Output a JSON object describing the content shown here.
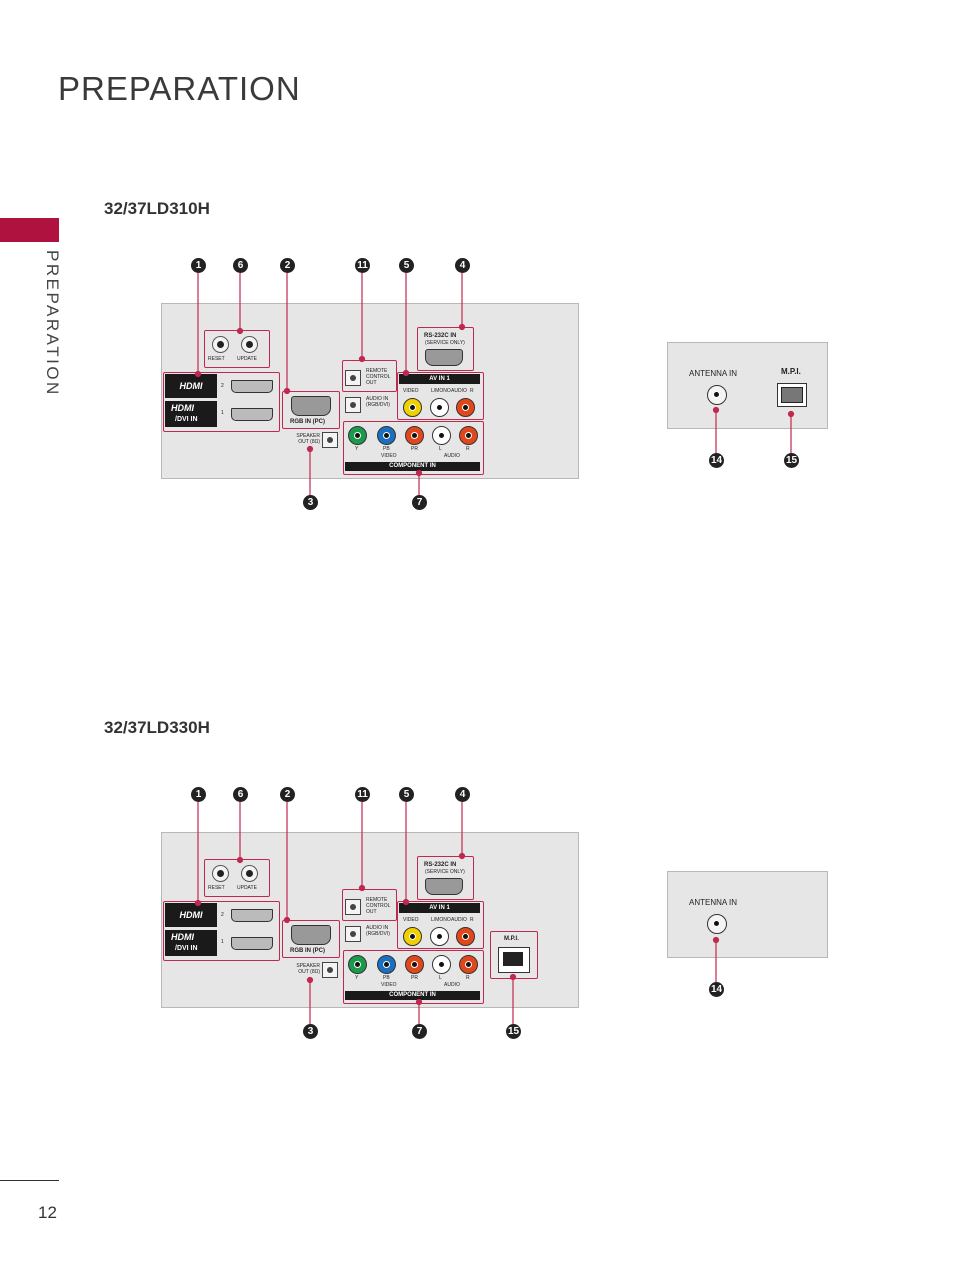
{
  "page": {
    "title": "PREPARATION",
    "side_label": "PREPARATION",
    "page_number": "12"
  },
  "sections": [
    {
      "model": "32/37LD310H",
      "top_callouts": [
        "1",
        "6",
        "2",
        "11",
        "5",
        "4"
      ],
      "bottom_callouts": [
        "3",
        "7"
      ],
      "side_callouts": [
        "14",
        "15"
      ]
    },
    {
      "model": "32/37LD330H",
      "top_callouts": [
        "1",
        "6",
        "2",
        "11",
        "5",
        "4"
      ],
      "bottom_callouts": [
        "3",
        "7",
        "15"
      ],
      "side_callouts": [
        "14"
      ]
    }
  ],
  "labels": {
    "reset": "RESET",
    "update": "UPDATE",
    "hdmi": "HDMI",
    "dvi_in": "/DVI IN",
    "port_2": "2",
    "port_1": "1",
    "rgb_in": "RGB IN (PC)",
    "remote_control_out": "REMOTE CONTROL OUT",
    "audio_in_rgb": "AUDIO IN (RGB/DVI)",
    "speaker_out": "SPEAKER OUT (8Ω)",
    "rs232c": "RS-232C IN",
    "service_only": "(SERVICE ONLY)",
    "av_in_1": "AV IN 1",
    "video": "VIDEO",
    "mono": "L/MONO",
    "audio": "AUDIO",
    "r": "R",
    "y": "Y",
    "pb": "PB",
    "pr": "PR",
    "l": "L",
    "component_in": "COMPONENT IN",
    "antenna_in": "ANTENNA IN",
    "mpi": "M.P.I."
  },
  "colors": {
    "accent": "#b0123f",
    "callout_line": "#c0284f",
    "panel_bg": "#e6e6e6",
    "jack_green": "#1a9a4a",
    "jack_blue": "#1a6fc0",
    "jack_red": "#e2471c",
    "jack_yellow": "#f0d000",
    "jack_white": "#ffffff"
  }
}
